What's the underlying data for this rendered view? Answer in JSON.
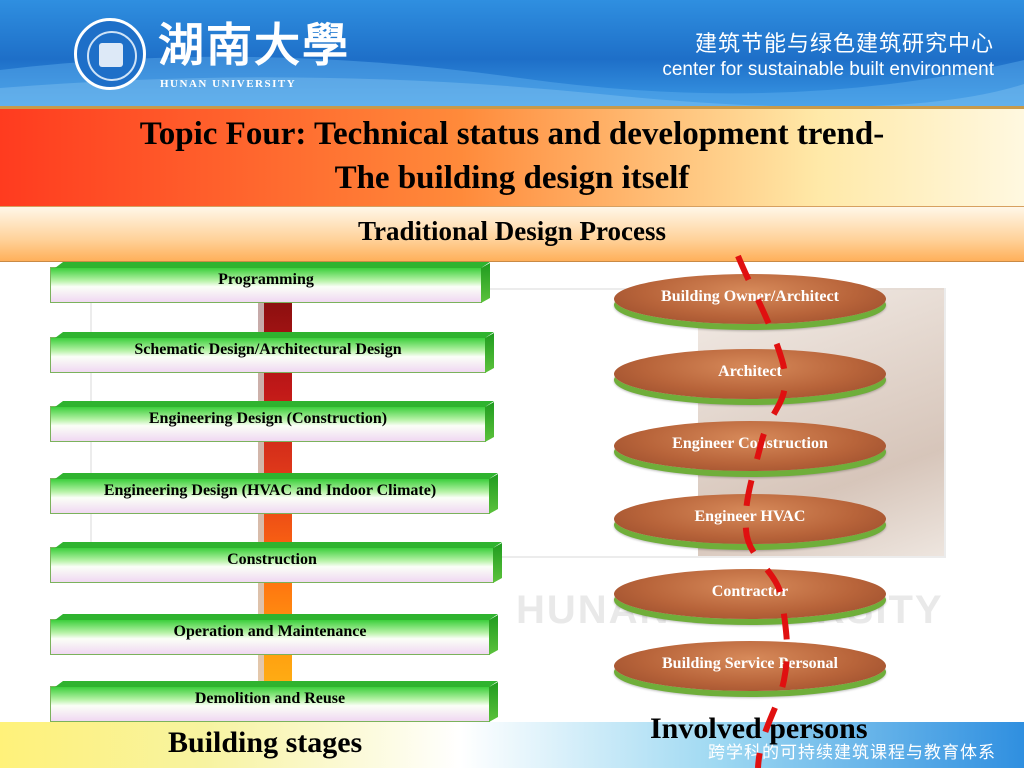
{
  "header": {
    "university_cn": "湖南大學",
    "university_en": "HUNAN UNIVERSITY",
    "center_cn": "建筑节能与绿色建筑研究中心",
    "center_en": "center for sustainable built environment"
  },
  "title": {
    "line1": "Topic Four: Technical status and development trend-",
    "line2": "The building design itself",
    "subtitle": "Traditional Design Process"
  },
  "stages": [
    "Programming",
    "Schematic Design/Architectural Design",
    "Engineering Design (Construction)",
    "Engineering Design (HVAC and Indoor Climate)",
    "Construction",
    "Operation and Maintenance",
    "Demolition and Reuse"
  ],
  "persons": [
    "Building Owner/Architect",
    "Architect",
    "Engineer Construction",
    "Engineer HVAC",
    "Contractor",
    "Building Service Personal"
  ],
  "labels": {
    "building_stages": "Building stages",
    "involved_persons": "Involved persons"
  },
  "watermark": {
    "text": "HUNAN UNIVERSITY"
  },
  "footer": {
    "cn": "跨学科的可持续建筑课程与教育体系"
  },
  "colors": {
    "header_blue": "#1e6fc8",
    "title_red": "#ff3b1f",
    "stage_green": "#3ccf3c",
    "person_brown": "#b8643a",
    "dash_red": "#e01010"
  }
}
